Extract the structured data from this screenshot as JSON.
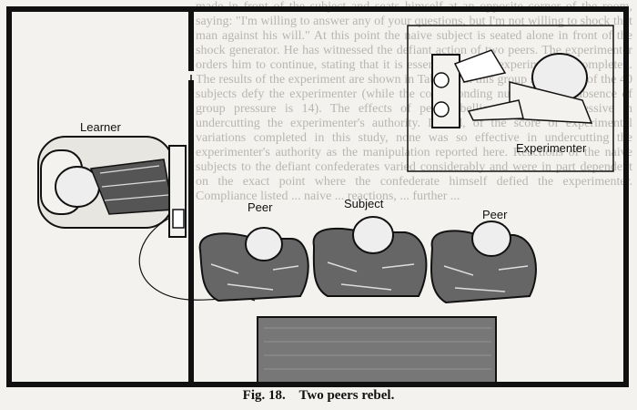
{
  "figure": {
    "caption_number": "Fig. 18.",
    "caption_text": "Two peers rebel."
  },
  "labels": {
    "learner": "Learner",
    "experimenter": "Experimenter",
    "peer_left": "Peer",
    "subject": "Subject",
    "peer_right": "Peer"
  },
  "background_text": "made in front of the subject and seats himself at an opposite corner of the room, saying: \"I'm willing to answer any of your questions, but I'm not willing to shock that man against his will.\" At this point the naive subject is seated alone in front of the shock generator. He has witnessed the defiant action of two peers. The experimenter orders him to continue, stating that it is essential that the experiment be completed. The results of the experiment are shown in Table 6. In this group setting, 36 of the 40 subjects defy the experimenter (while the corresponding number in the absence of group pressure is 14). The effects of peer rebellion are very impressive in undercutting the experimenter's authority. Indeed, of the score of experimental variations completed in this study, none was so effective in undercutting the experimenter's authority as the manipulation reported here. Reactions of the naive subjects to the defiant confederates varied considerably and were in part dependent on the exact point where the confederate himself defied the experimenter. Compliance listed ... naive ... reactions, ... further ...",
  "colors": {
    "ink": "#111111",
    "paper": "#f4f2ee",
    "faint_text": "#b9b6b0"
  }
}
